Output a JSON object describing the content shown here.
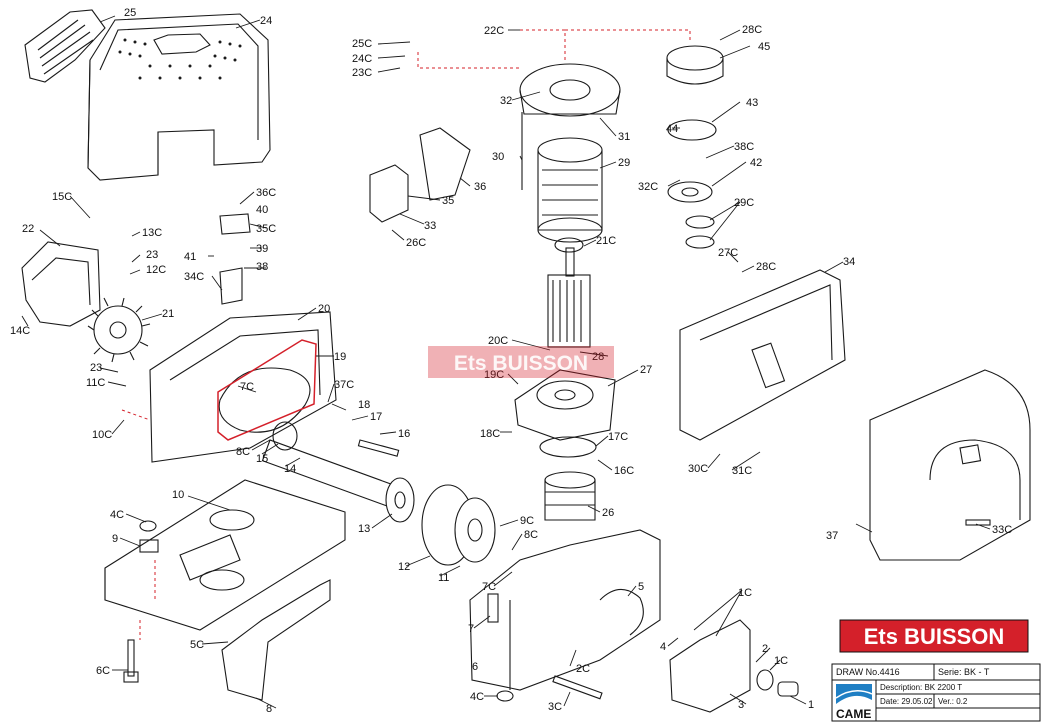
{
  "brand": {
    "name": "Ets BUISSON",
    "color": "#d4202a"
  },
  "title_block": {
    "drawing_number": "DRAW No.4416",
    "series": "Serie: BK - T",
    "description": "Description: BK 2200 T",
    "date": "Date: 29.05.02",
    "version": "Ver.: 0.2",
    "logo": "CAME"
  },
  "part_labels": [
    "25",
    "24",
    "25C",
    "24C",
    "23C",
    "22C",
    "28C",
    "45",
    "32",
    "31",
    "43",
    "44",
    "30",
    "29",
    "38C",
    "42",
    "32C",
    "29C",
    "15C",
    "36C",
    "40",
    "35C",
    "33",
    "35",
    "36",
    "26C",
    "21C",
    "13C",
    "22",
    "23",
    "12C",
    "39",
    "41",
    "38",
    "34C",
    "27C",
    "28C",
    "34",
    "21",
    "14C",
    "20",
    "19",
    "7C",
    "37C",
    "18",
    "17",
    "16",
    "8C",
    "15",
    "14",
    "23",
    "11C",
    "10C",
    "20C",
    "28",
    "27",
    "19C",
    "17C",
    "18C",
    "16C",
    "30C",
    "31C",
    "10",
    "13",
    "26",
    "4C",
    "9C",
    "9",
    "8C",
    "12",
    "11",
    "37",
    "33C",
    "7C",
    "5",
    "1C",
    "7",
    "4",
    "2",
    "1C",
    "5C",
    "6C",
    "6",
    "2C",
    "8",
    "4C",
    "3C",
    "3",
    "1"
  ],
  "lines": {
    "main": "#1a1a1a",
    "assembly_hint": "#d4202a"
  }
}
